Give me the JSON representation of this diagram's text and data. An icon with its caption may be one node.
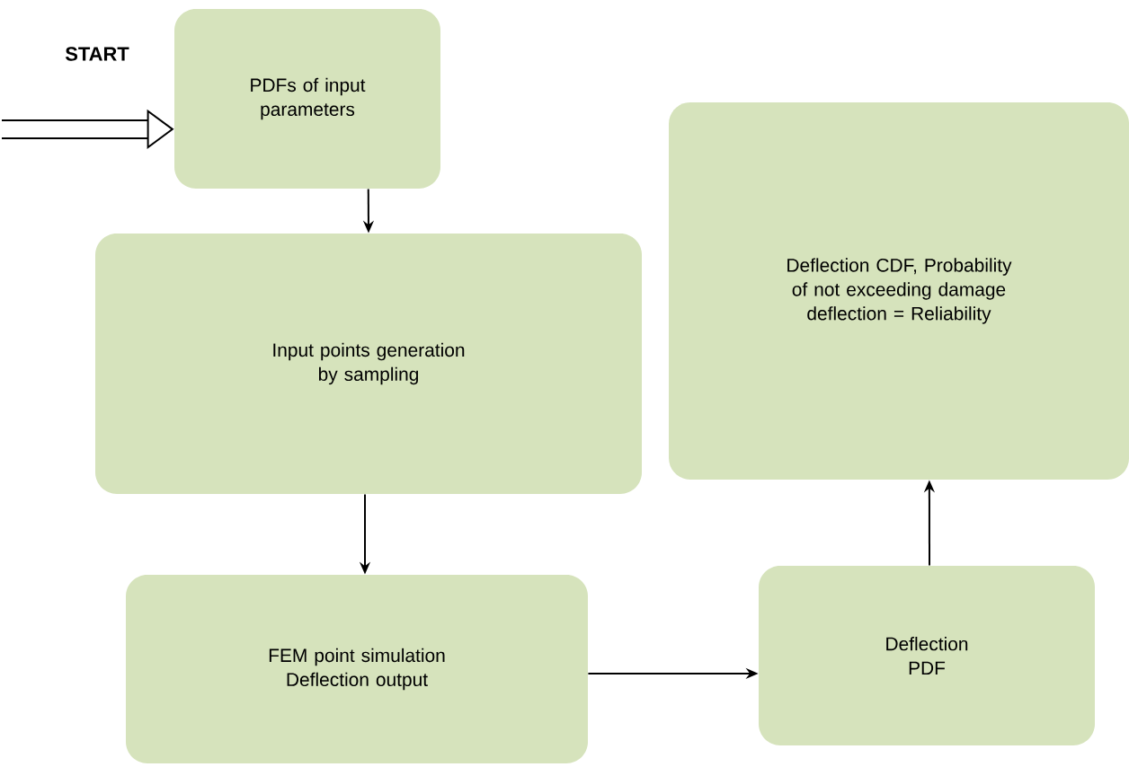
{
  "diagram": {
    "nodes": [
      {
        "text": [
          "PDFs of input parameters"
        ]
      },
      {
        "text": [
          "Input points generation by sampling"
        ]
      },
      {
        "text": [
          "FEM point simulation Deflection output"
        ]
      },
      {
        "text": [
          "Deflection PDF"
        ]
      },
      {
        "text": [
          "Deflection CDF, Probability of not exceeding damage deflection = Reliability"
        ]
      }
    ],
    "edges": [
      {
        "from": null,
        "to": 0,
        "arrow": "to",
        "style": "thick"
      },
      {
        "from": 0,
        "to": 1,
        "arrow": "to"
      },
      {
        "from": 1,
        "to": 2,
        "arrow": "to"
      },
      {
        "from": 2,
        "to": 3,
        "arrow": "to"
      },
      {
        "from": 3,
        "to": 4,
        "arrow": "to"
      }
    ],
    "labels": [
      "START"
    ]
  }
}
